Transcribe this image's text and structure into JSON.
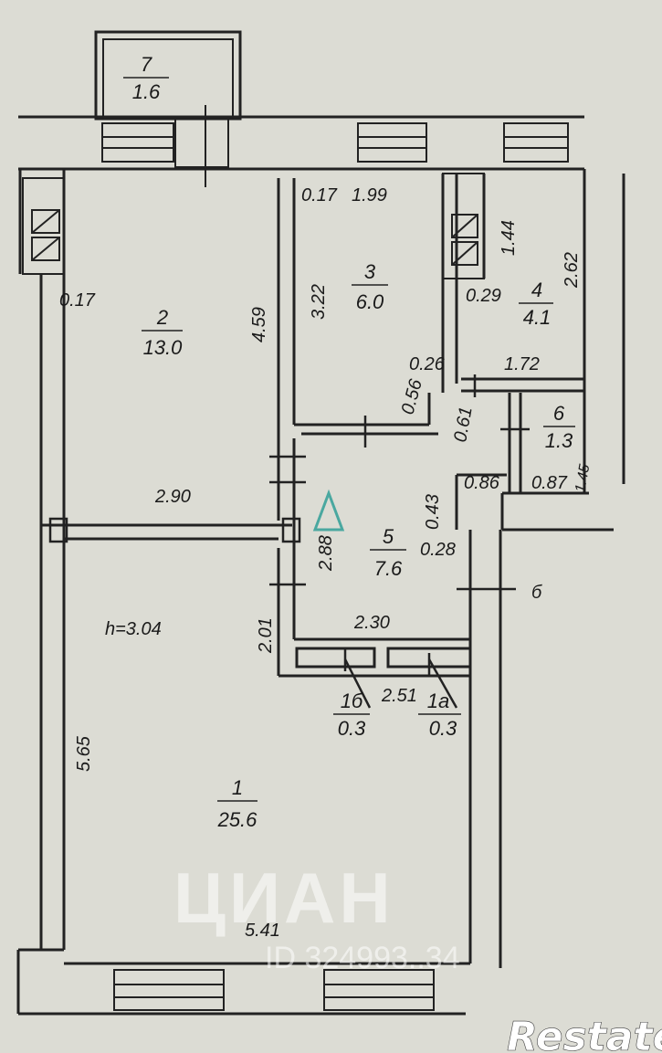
{
  "rooms": [
    {
      "id": "1",
      "area": "25.6"
    },
    {
      "id": "2",
      "area": "13.0"
    },
    {
      "id": "3",
      "area": "6.0"
    },
    {
      "id": "4",
      "area": "4.1"
    },
    {
      "id": "5",
      "area": "7.6"
    },
    {
      "id": "6",
      "area": "1.3"
    },
    {
      "id": "7",
      "area": "1.6"
    },
    {
      "id": "1б",
      "area": "0.3"
    },
    {
      "id": "1а",
      "area": "0.3"
    }
  ],
  "dimensions": [
    "0.17",
    "1.99",
    "0.17",
    "4.59",
    "3.22",
    "1.44",
    "2.62",
    "0.29",
    "0.26",
    "0.56",
    "1.72",
    "0.61",
    "2.90",
    "0.43",
    "0.86",
    "0.87",
    "1.45",
    "0.28",
    "2.88",
    "2.30",
    "2.01",
    "2.51",
    "5.65",
    "5.41"
  ],
  "ceiling_height": "h=3.04",
  "entrance_marker": "б",
  "watermark": {
    "text": "ЦИАН",
    "id_text": "ID 324993..34"
  },
  "brand": "Restate"
}
